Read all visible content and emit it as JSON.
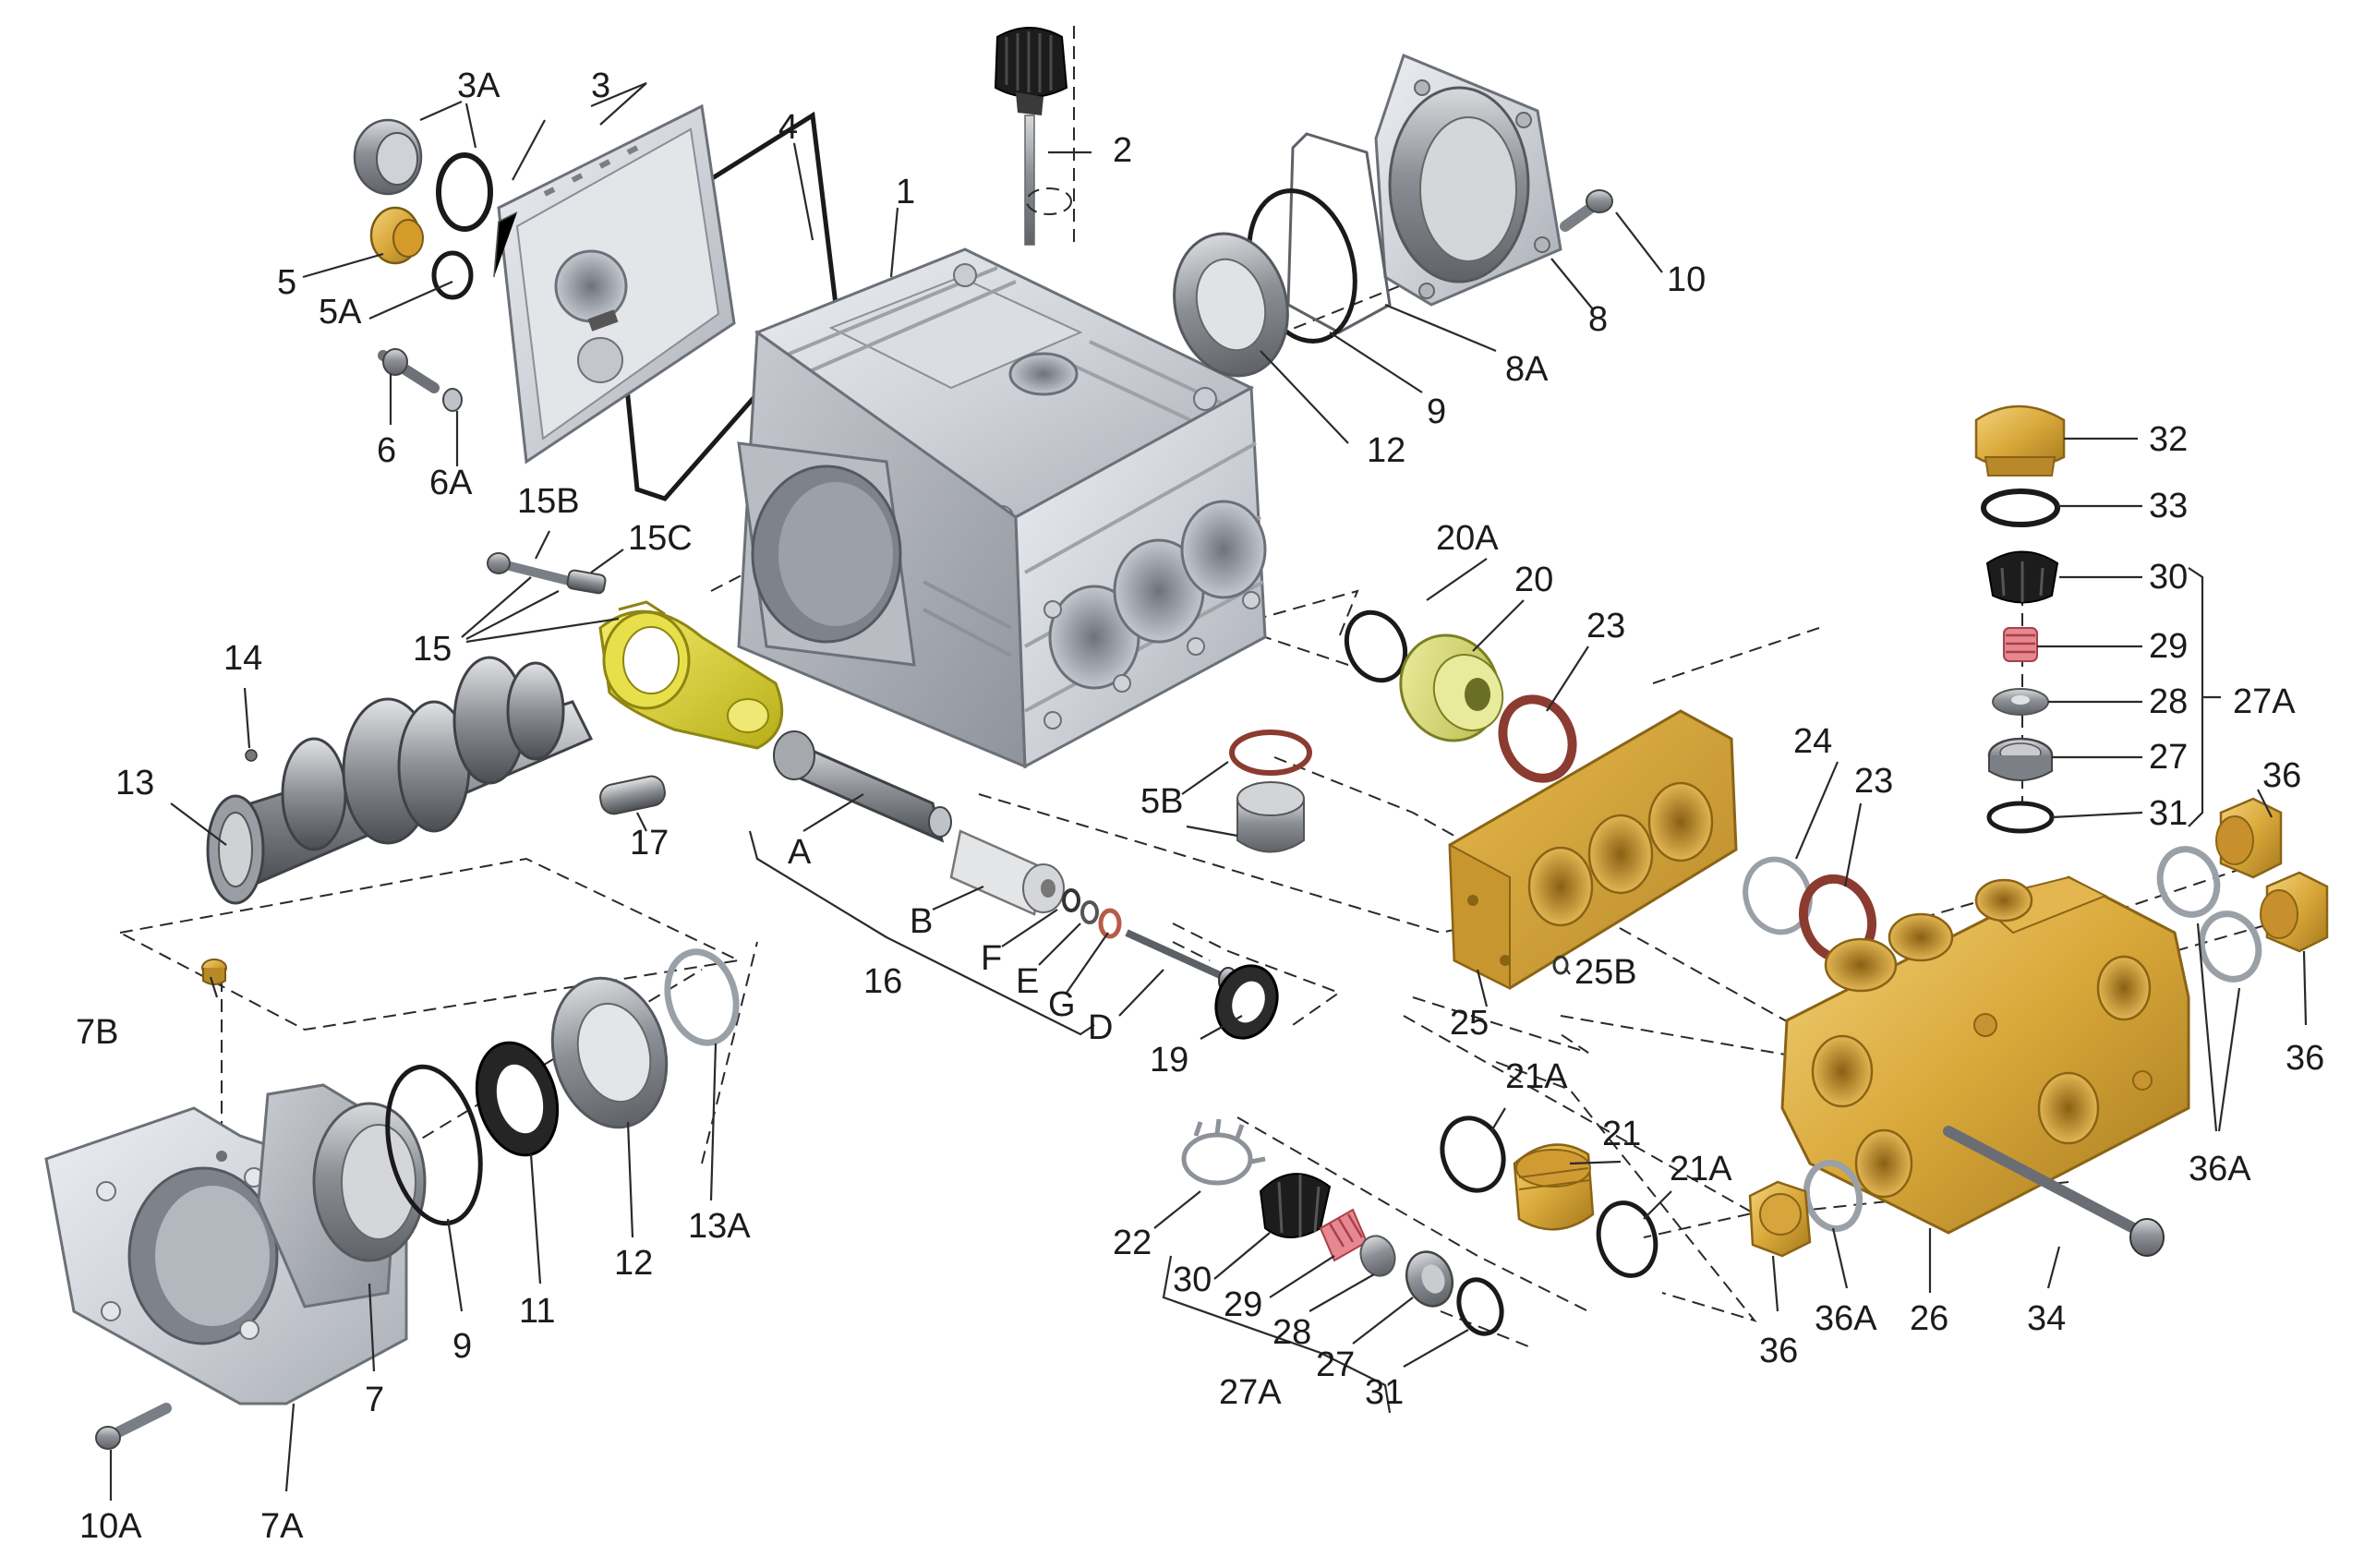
{
  "diagram": {
    "type": "exploded-parts-view",
    "colors": {
      "aluminum": "#d3d6dc",
      "steel": "#9ea2a8",
      "brass": "#d9a93a",
      "yellow_part": "#d8cf2c",
      "oring_black": "#222222",
      "seal_red": "#8b3b30",
      "spring_red": "#d0606a"
    },
    "labels": {
      "l1": "1",
      "l2": "2",
      "l3": "3",
      "l3A": "3A",
      "l4": "4",
      "l5": "5",
      "l5A": "5A",
      "l5B": "5B",
      "l6": "6",
      "l6A": "6A",
      "l7": "7",
      "l7A": "7A",
      "l7B": "7B",
      "l8": "8",
      "l8A": "8A",
      "l9a": "9",
      "l9b": "9",
      "l10": "10",
      "l10A": "10A",
      "l11": "11",
      "l12a": "12",
      "l12b": "12",
      "l13": "13",
      "l13A": "13A",
      "l14": "14",
      "l15": "15",
      "l15B": "15B",
      "l15C": "15C",
      "l16": "16",
      "l17": "17",
      "l19": "19",
      "lA": "A",
      "lB": "B",
      "lD": "D",
      "lE": "E",
      "lF": "F",
      "lG": "G",
      "l20": "20",
      "l20A": "20A",
      "l21": "21",
      "l21Aa": "21A",
      "l21Ab": "21A",
      "l22": "22",
      "l23a": "23",
      "l23b": "23",
      "l24": "24",
      "l25": "25",
      "l25B": "25B",
      "l26": "26",
      "l27a": "27",
      "l27b": "27",
      "l27Aa": "27A",
      "l27Ab": "27A",
      "l28a": "28",
      "l28b": "28",
      "l29a": "29",
      "l29b": "29",
      "l30a": "30",
      "l30b": "30",
      "l31a": "31",
      "l31b": "31",
      "l32": "32",
      "l33": "33",
      "l34": "34",
      "l36a": "36",
      "l36b": "36",
      "l36c": "36",
      "l36Aa": "36A",
      "l36Ab": "36A"
    }
  }
}
